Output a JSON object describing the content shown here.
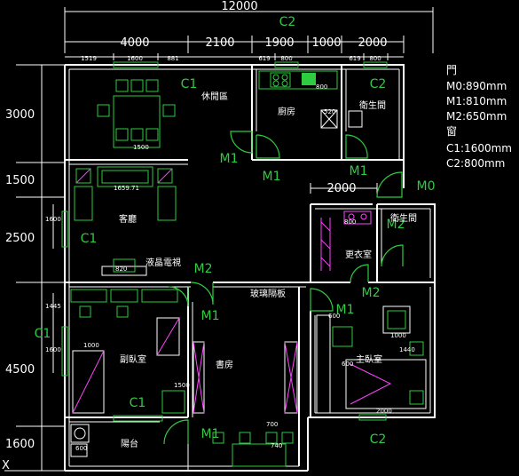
{
  "dimensions": {
    "total_width": "12000",
    "top_segments": [
      "4000",
      "2100",
      "1900",
      "1000",
      "2000"
    ],
    "top_small": [
      "1519",
      "1600",
      "881",
      "619",
      "800",
      "619",
      "800"
    ],
    "left": [
      "3000",
      "1500",
      "2500",
      "4500",
      "1600"
    ],
    "left_small": [
      "1600",
      "1445",
      "1600"
    ],
    "inner_2000": "2000",
    "furniture_small": [
      "1000",
      "1500",
      "1500",
      "1659.71",
      "800",
      "600",
      "1000",
      "700",
      "2000",
      "600",
      "520",
      "800",
      "740",
      "820",
      "600",
      "1440"
    ]
  },
  "window_codes": {
    "c2_top": "C2",
    "c1_leisure": "C1",
    "c2_bath": "C2",
    "c1_living": "C1",
    "c1_left": "C1",
    "c1_bottom": "C1",
    "c2_bottom": "C2"
  },
  "door_codes": {
    "m1_leisure": "M1",
    "m1_kitchen": "M1",
    "m1_bath": "M1",
    "m0_entry": "M0",
    "m2_bath2": "M2",
    "m2_living": "M2",
    "m1_secondary": "M1",
    "m1_master": "M1",
    "m2_master": "M2",
    "m1_balcony": "M1"
  },
  "rooms": {
    "leisure": "休閒區",
    "kitchen": "廚房",
    "bath_top": "衛生間",
    "living": "客廳",
    "tv": "液晶電視",
    "bath_right": "衛生間",
    "closet": "更衣室",
    "glass_partition": "玻璃隔板",
    "secondary_bedroom": "副臥室",
    "study": "書房",
    "master_bedroom": "主臥室",
    "balcony": "陽台"
  },
  "legend": {
    "door_heading": "門",
    "m0": "M0:890mm",
    "m1": "M1:810mm",
    "m2": "M2:650mm",
    "window_heading": "窗",
    "c1": "C1:1600mm",
    "c2": "C2:800mm"
  },
  "axis_mark": "X",
  "colors": {
    "background": "#000000",
    "lines": "#ffffff",
    "furniture": "#2ecc40",
    "fixtures": "#ff44ff"
  }
}
